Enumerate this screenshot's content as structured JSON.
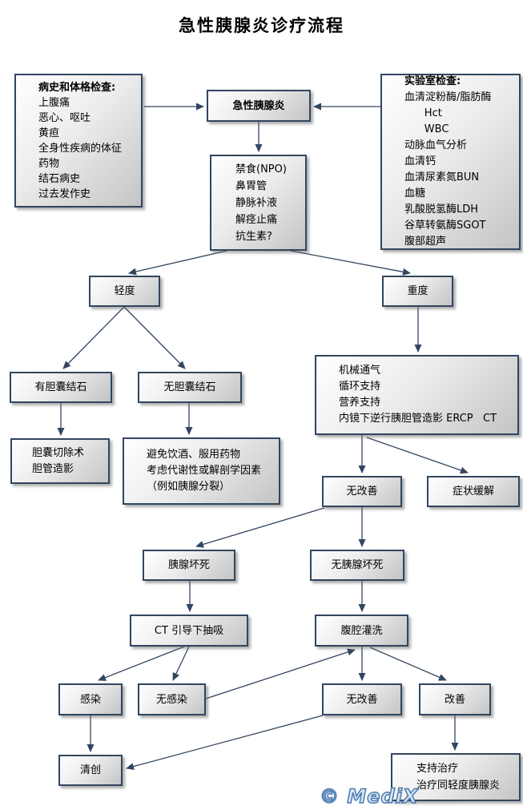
{
  "title": "急性胰腺炎诊疗流程",
  "watermark": "© MediX",
  "colors": {
    "box_border": "#31465f",
    "arrow": "#31465f",
    "box_fill_light": "#ffffff",
    "box_fill_dark": "#c4c4c4",
    "watermark_blue": "#4a7ab0"
  },
  "nodes": {
    "history": {
      "header": "病史和体格检查:",
      "lines": [
        "上腹痛",
        "恶心、呕吐",
        "黄疸",
        "全身性疾病的体征",
        "药物",
        "结石病史",
        "过去发作史"
      ]
    },
    "diagnosis": {
      "label": "急性胰腺炎"
    },
    "lab": {
      "header": "实验室检查:",
      "lines": [
        "血清淀粉酶/脂肪酶",
        "      Hct",
        "      WBC",
        "动脉血气分析",
        "血清钙",
        "血清尿素氮BUN",
        "血糖",
        "乳酸脱氢酶LDH",
        "谷草转氨酶SGOT",
        "腹部超声"
      ]
    },
    "initial_treatment": {
      "lines": [
        "禁食(NPO)",
        "鼻胃管",
        "静脉补液",
        "解痉止痛",
        "抗生素?"
      ]
    },
    "mild": {
      "label": "轻度"
    },
    "severe": {
      "label": "重度"
    },
    "gallstones": {
      "label": "有胆囊结石"
    },
    "no_gallstones": {
      "label": "无胆囊结石"
    },
    "intensive_care": {
      "lines": [
        "机械通气",
        "循环支持",
        "营养支持",
        "内镜下逆行胰胆管造影 ERCP   CT"
      ]
    },
    "cholecystectomy": {
      "lines": [
        "胆囊切除术",
        "胆管造影"
      ]
    },
    "avoid_alcohol": {
      "lines": [
        "避免饮酒、服用药物",
        "考虑代谢性或解剖学因素",
        "（例如胰腺分裂）"
      ]
    },
    "no_improvement_1": {
      "label": "无改善"
    },
    "symptom_relief": {
      "label": "症状缓解"
    },
    "necrosis": {
      "label": "胰腺坏死"
    },
    "no_necrosis": {
      "label": "无胰腺坏死"
    },
    "ct_aspiration": {
      "label": "CT 引导下抽吸"
    },
    "lavage": {
      "label": "腹腔灌洗"
    },
    "infection": {
      "label": "感染"
    },
    "no_infection": {
      "label": "无感染"
    },
    "no_improvement_2": {
      "label": "无改善"
    },
    "improvement": {
      "label": "改善"
    },
    "debridement": {
      "label": "清创"
    },
    "supportive_care": {
      "lines": [
        "支持治疗",
        "治疗同轻度胰腺炎"
      ]
    }
  },
  "edges": [
    {
      "from": "history",
      "to": "diagnosis"
    },
    {
      "from": "lab",
      "to": "diagnosis"
    },
    {
      "from": "diagnosis",
      "to": "initial_treatment"
    },
    {
      "from": "initial_treatment",
      "to": "mild"
    },
    {
      "from": "initial_treatment",
      "to": "severe"
    },
    {
      "from": "mild",
      "to": "gallstones"
    },
    {
      "from": "mild",
      "to": "no_gallstones"
    },
    {
      "from": "severe",
      "to": "intensive_care"
    },
    {
      "from": "gallstones",
      "to": "cholecystectomy"
    },
    {
      "from": "no_gallstones",
      "to": "avoid_alcohol"
    },
    {
      "from": "intensive_care",
      "to": "no_improvement_1"
    },
    {
      "from": "intensive_care",
      "to": "symptom_relief"
    },
    {
      "from": "no_improvement_1",
      "to": "necrosis"
    },
    {
      "from": "no_improvement_1",
      "to": "no_necrosis"
    },
    {
      "from": "necrosis",
      "to": "ct_aspiration"
    },
    {
      "from": "no_necrosis",
      "to": "lavage"
    },
    {
      "from": "ct_aspiration",
      "to": "infection"
    },
    {
      "from": "ct_aspiration",
      "to": "no_infection"
    },
    {
      "from": "no_infection",
      "to": "lavage"
    },
    {
      "from": "lavage",
      "to": "no_improvement_2"
    },
    {
      "from": "lavage",
      "to": "improvement"
    },
    {
      "from": "infection",
      "to": "debridement"
    },
    {
      "from": "no_improvement_2",
      "to": "debridement"
    },
    {
      "from": "improvement",
      "to": "supportive_care"
    }
  ]
}
